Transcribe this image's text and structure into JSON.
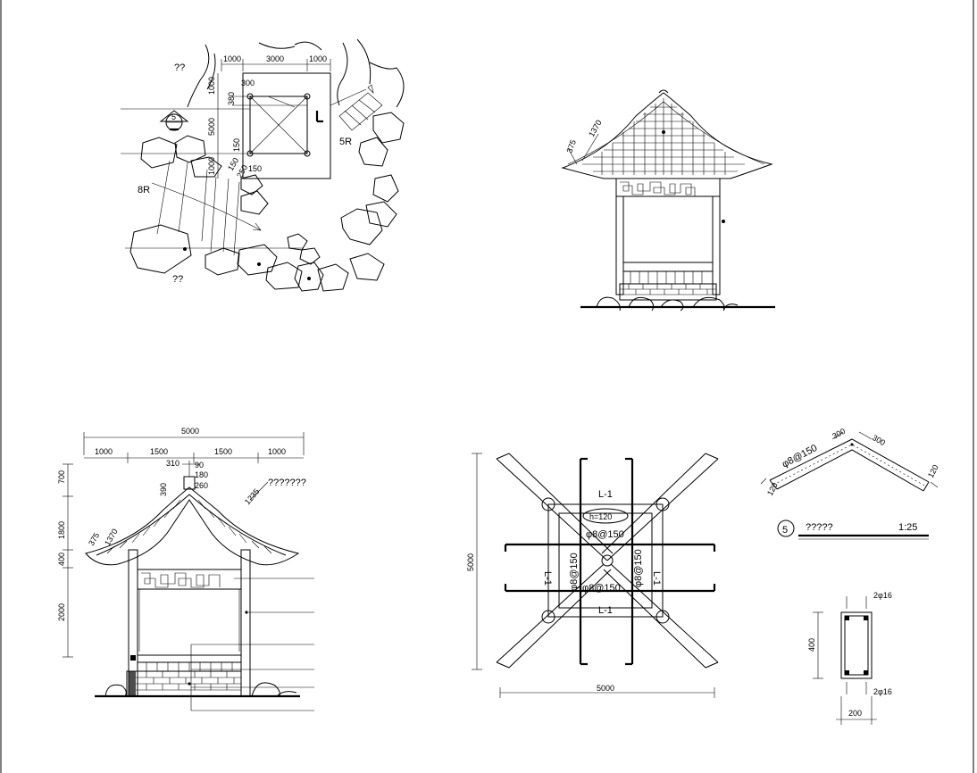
{
  "site_plan": {
    "labels": {
      "top": "??",
      "bottom": "??",
      "arc_left": "8R",
      "arc_right": "5R",
      "section_ref": "5"
    },
    "dims": {
      "d1000a": "1000",
      "d3000": "3000",
      "d1000b": "1000",
      "v1000a": "1000",
      "v5000": "5000",
      "v1000b": "1000",
      "d300": "300",
      "d380": "380",
      "d150a": "150",
      "d150b": "150",
      "d150c": "150",
      "d250": "250"
    }
  },
  "front_elevation": {
    "dims": {
      "d375": "375",
      "d1370": "1370"
    }
  },
  "section": {
    "dims": {
      "total": "5000",
      "s1": "1000",
      "s2": "1500",
      "s3": "1500",
      "s4": "1000",
      "v700": "700",
      "v1800": "1800",
      "v400": "400",
      "v2000": "2000",
      "d375": "375",
      "d1370": "1370",
      "d1235": "1235",
      "d310": "310",
      "d90": "90",
      "d180": "180",
      "d390": "390",
      "d260": "260"
    },
    "callout": "???????"
  },
  "roof_plan": {
    "dims": {
      "width": "5000",
      "height": "5000"
    },
    "labels": {
      "beam_top": "L-1",
      "beam_bottom": "L-1",
      "beam_left": "L-1",
      "beam_right": "L-1",
      "h": "h=120",
      "rebar_top": "φ8@150",
      "rebar_bottom": "φ8@150",
      "rebar_left": "φ8@150",
      "rebar_right": "φ8@150"
    }
  },
  "roof_detail": {
    "dims": {
      "d300a": "300",
      "d300b": "300",
      "d120a": "120",
      "d120b": "120"
    },
    "rebar": "φ8@150",
    "title_number": "5",
    "title": "?????",
    "scale": "1:25"
  },
  "beam_section": {
    "top_rebar": "2φ16",
    "bottom_rebar": "2φ16",
    "height": "400",
    "width": "200"
  }
}
